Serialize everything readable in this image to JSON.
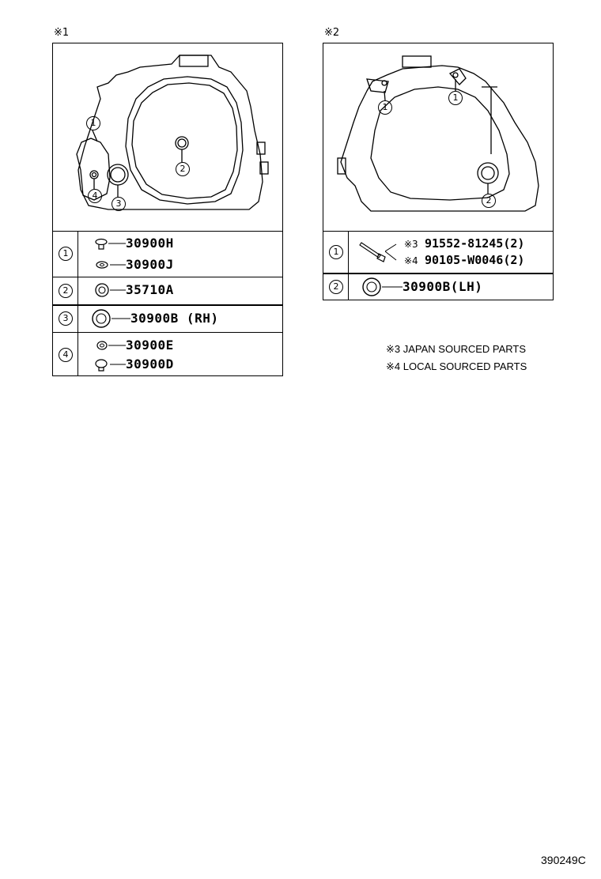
{
  "panel1": {
    "ref_mark": "※1",
    "callouts": [
      "1",
      "2",
      "3",
      "4"
    ],
    "rows": [
      {
        "index": "1",
        "parts": [
          "30900H",
          "30900J"
        ]
      },
      {
        "index": "2",
        "parts": [
          "35710A"
        ]
      },
      {
        "index": "3",
        "parts": [
          "30900B (RH)"
        ]
      },
      {
        "index": "4",
        "parts": [
          "30900E",
          "30900D"
        ]
      }
    ]
  },
  "panel2": {
    "ref_mark": "※2",
    "callouts": [
      "1",
      "1",
      "2"
    ],
    "rows": [
      {
        "index": "1",
        "parts": [
          {
            "prefix": "※3",
            "number": "91552-81245(2)"
          },
          {
            "prefix": "※4",
            "number": "90105-W0046(2)"
          }
        ]
      },
      {
        "index": "2",
        "parts": [
          "30900B(LH)"
        ]
      }
    ]
  },
  "notes": [
    "※3 JAPAN SOURCED PARTS",
    "※4 LOCAL SOURCED PARTS"
  ],
  "figure_code": "390249C"
}
